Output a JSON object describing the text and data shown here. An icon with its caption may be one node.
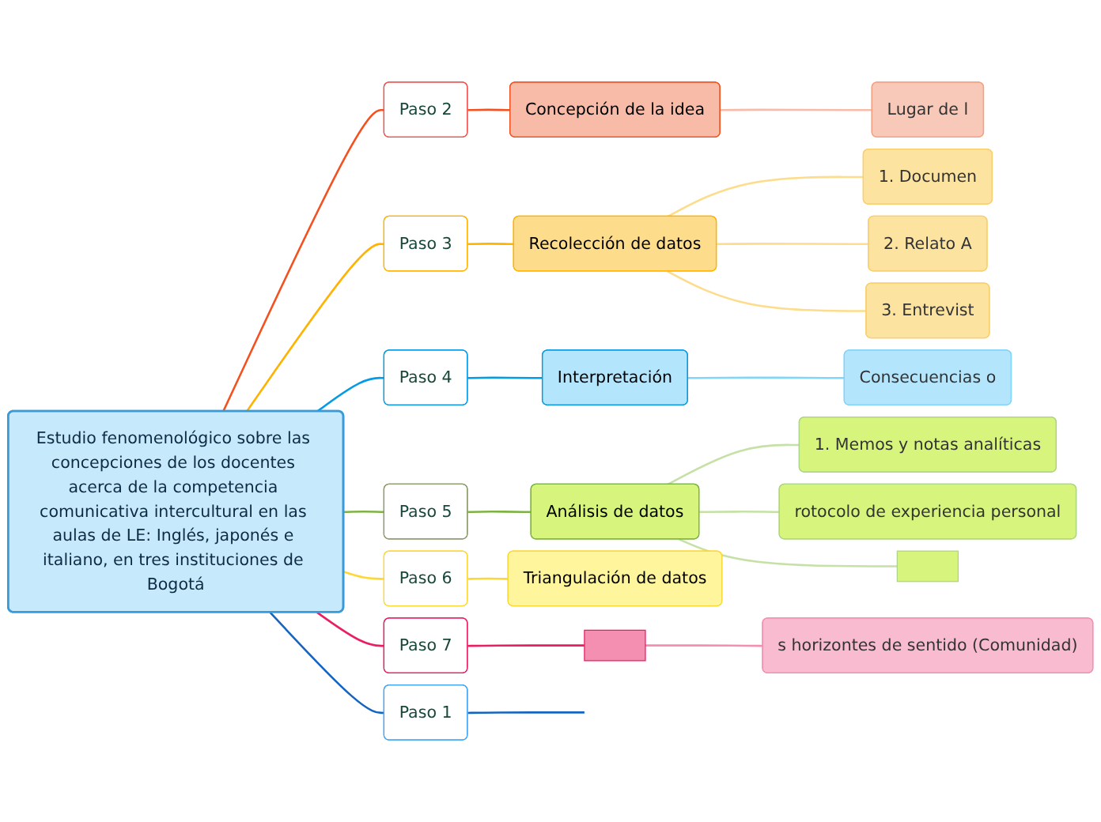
{
  "diagram": {
    "nodes": [
      {
        "text": [
          "Estudio fenomenológico sobre las concepciones de los docentes acerca de la competencia comunicativa intercultural en las aulas de LE: Inglés, japonés e italiano, en tres instituciones de Bogotá"
        ]
      },
      {
        "text": [
          "Paso 1"
        ]
      },
      {
        "text": [
          "Paso 2"
        ]
      },
      {
        "text": [
          "Concepción de la idea"
        ]
      },
      {
        "text": [
          "Lugar de l"
        ]
      },
      {
        "text": [
          "Paso 3"
        ]
      },
      {
        "text": [
          "Recolección de datos"
        ]
      },
      {
        "text": [
          "1. Documen"
        ]
      },
      {
        "text": [
          "2. Relato A"
        ]
      },
      {
        "text": [
          "3. Entrevist"
        ]
      },
      {
        "text": [
          "Paso 4"
        ]
      },
      {
        "text": [
          "Interpretación"
        ]
      },
      {
        "text": [
          "Consecuencias o"
        ]
      },
      {
        "text": [
          "Paso 5"
        ]
      },
      {
        "text": [
          "Análisis de datos"
        ]
      },
      {
        "text": [
          "1. Memos y notas analíticas"
        ]
      },
      {
        "text": [
          "rotocolo de experiencia personal"
        ]
      },
      {
        "text": [],
        "shape": "box"
      },
      {
        "text": [
          "Paso 6"
        ]
      },
      {
        "text": [
          "Triangulación de datos"
        ]
      },
      {
        "text": [
          "Paso 7"
        ]
      },
      {
        "text": [],
        "shape": "box"
      },
      {
        "text": [
          "s horizontes de sentido (Comunidad)"
        ]
      }
    ],
    "edges": [
      {
        "from": 0,
        "to": 1,
        "arrow": "none",
        "color": "#1565c0"
      },
      {
        "from": 1,
        "to": null,
        "arrow": "none",
        "color": "#1565c0"
      },
      {
        "from": 0,
        "to": 2,
        "arrow": "none",
        "color": "#f4511e"
      },
      {
        "from": 2,
        "to": 3,
        "arrow": "none",
        "color": "#f4511e"
      },
      {
        "from": 3,
        "to": 4,
        "arrow": "none",
        "color": "#f8bba8"
      },
      {
        "from": 0,
        "to": 5,
        "arrow": "none",
        "color": "#ffb300"
      },
      {
        "from": 5,
        "to": 6,
        "arrow": "none",
        "color": "#ffb300"
      },
      {
        "from": 6,
        "to": 7,
        "arrow": "none",
        "color": "#fddc8b"
      },
      {
        "from": 6,
        "to": 8,
        "arrow": "none",
        "color": "#fddc8b"
      },
      {
        "from": 6,
        "to": 9,
        "arrow": "none",
        "color": "#fddc8b"
      },
      {
        "from": 0,
        "to": 10,
        "arrow": "none",
        "color": "#039be5"
      },
      {
        "from": 10,
        "to": 11,
        "arrow": "none",
        "color": "#039be5"
      },
      {
        "from": 11,
        "to": 12,
        "arrow": "none",
        "color": "#81d4fa"
      },
      {
        "from": 0,
        "to": 13,
        "arrow": "none",
        "color": "#7cb342"
      },
      {
        "from": 13,
        "to": 14,
        "arrow": "none",
        "color": "#7cb342"
      },
      {
        "from": 14,
        "to": 15,
        "arrow": "none",
        "color": "#c5e1a5"
      },
      {
        "from": 14,
        "to": 16,
        "arrow": "none",
        "color": "#c5e1a5"
      },
      {
        "from": 14,
        "to": 17,
        "arrow": "none",
        "color": "#c5e1a5"
      },
      {
        "from": 0,
        "to": 18,
        "arrow": "none",
        "color": "#fdd835"
      },
      {
        "from": 18,
        "to": 19,
        "arrow": "none",
        "color": "#fdd835"
      },
      {
        "from": 0,
        "to": 20,
        "arrow": "none",
        "color": "#e91e63"
      },
      {
        "from": 20,
        "to": 21,
        "arrow": "none",
        "color": "#e91e63"
      },
      {
        "from": 21,
        "to": 22,
        "arrow": "none",
        "color": "#f48fb1"
      }
    ]
  }
}
